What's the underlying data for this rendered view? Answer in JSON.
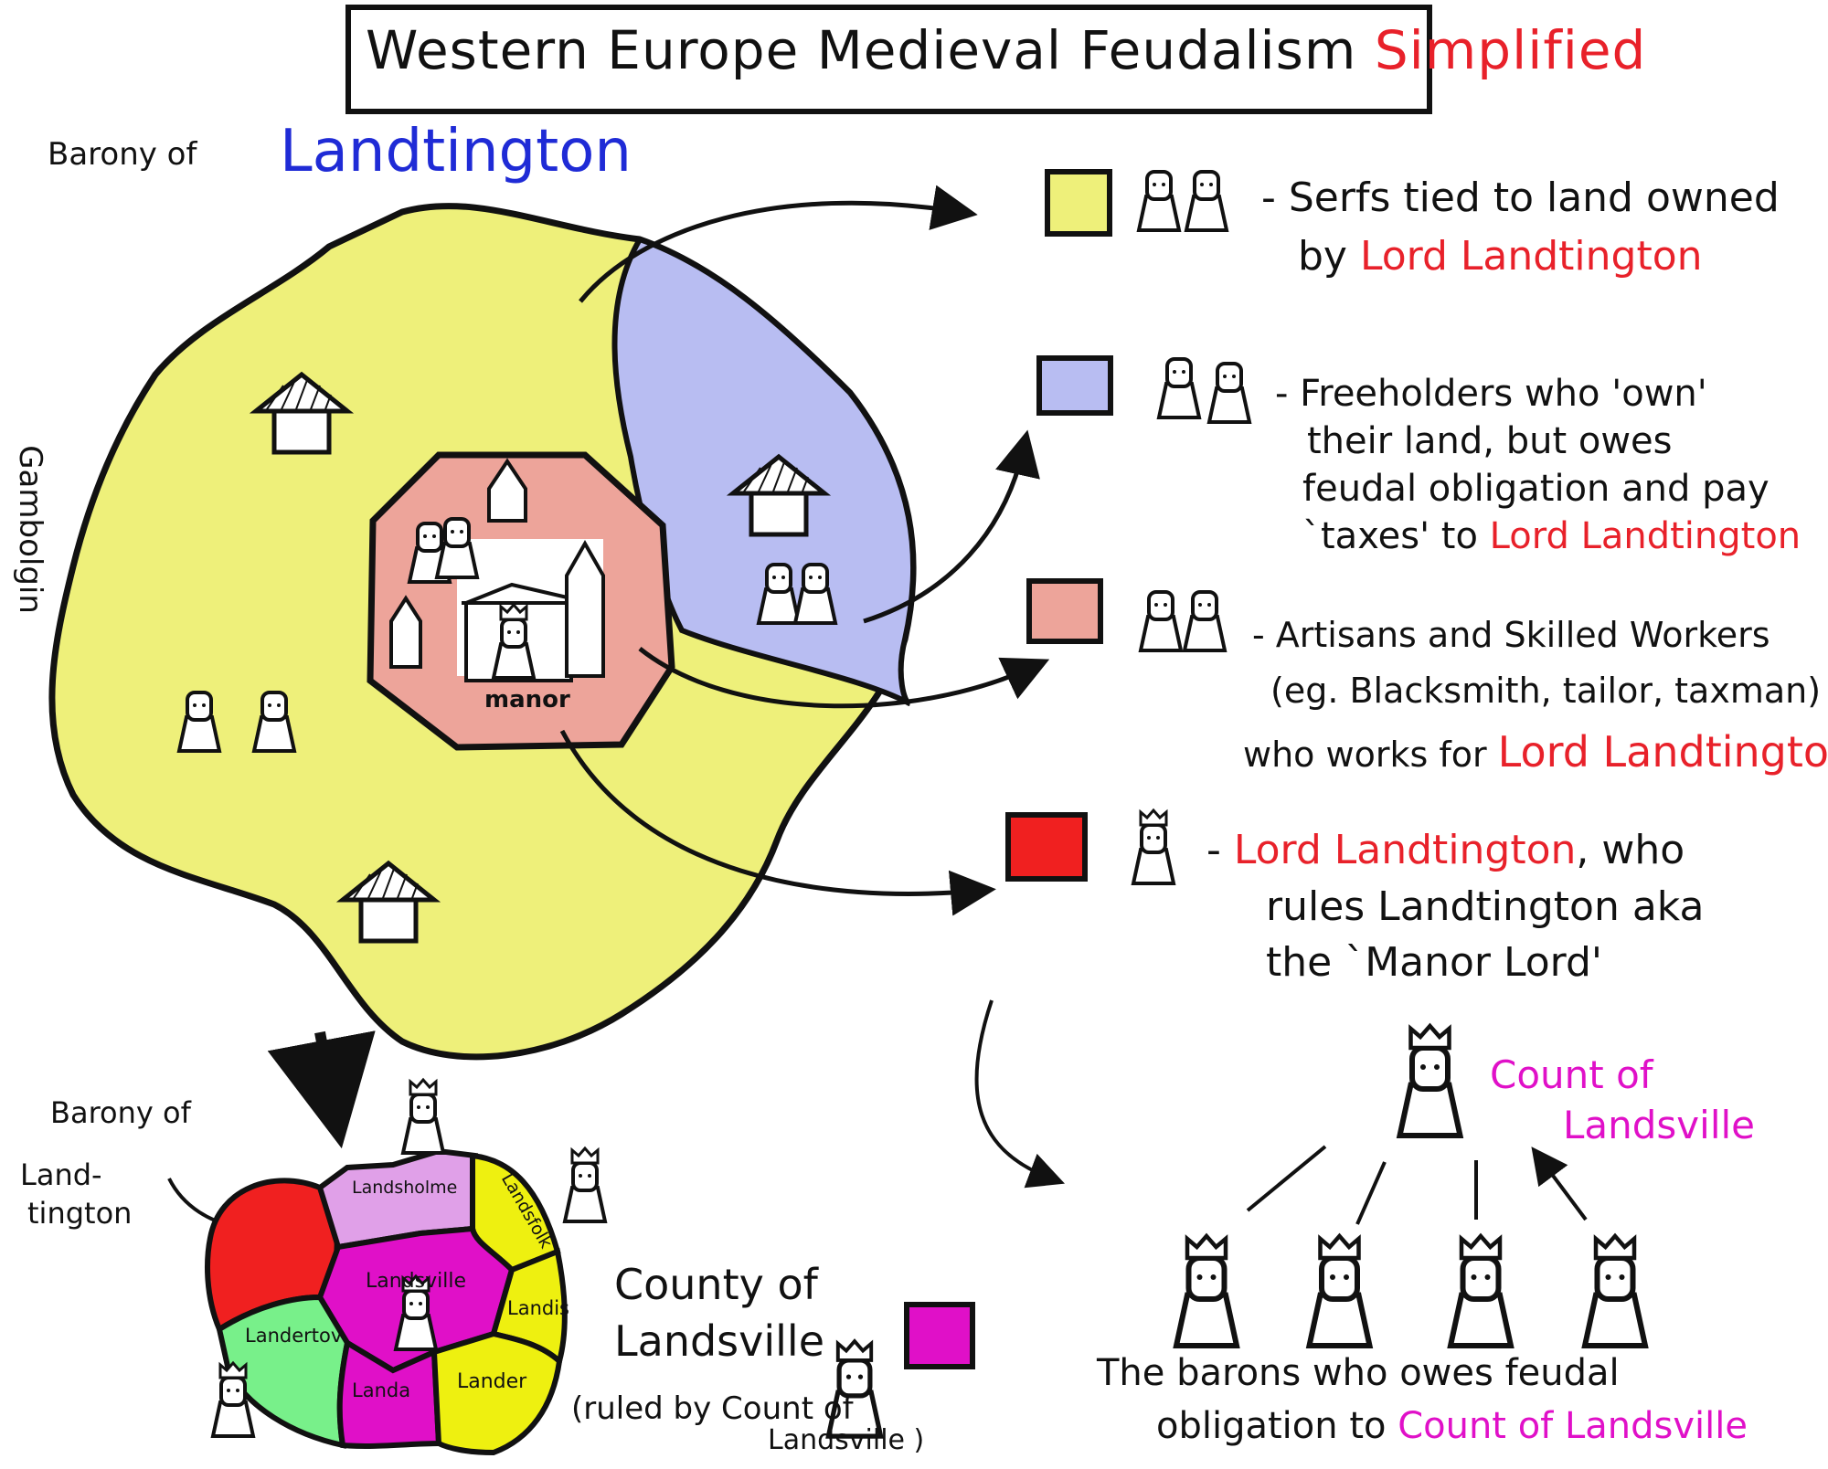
{
  "title": {
    "main": "Western Europe Medieval Feudalism",
    "accent": "Simplified"
  },
  "barony_label": {
    "prefix": "Barony of",
    "name": "Landtington"
  },
  "side_label": "Gambolgin",
  "manor_label": "manor",
  "legend": [
    {
      "color": "#eef07a",
      "lines": [
        [
          {
            "text": "- Serfs tied to land owned",
            "style": "black"
          }
        ],
        [
          {
            "text": "by ",
            "style": "black"
          },
          {
            "text": "Lord Landtington",
            "style": "red"
          }
        ]
      ]
    },
    {
      "color": "#b8bdf2",
      "lines": [
        [
          {
            "text": "- Freeholders who 'own'",
            "style": "black"
          }
        ],
        [
          {
            "text": "their land, but owes",
            "style": "black"
          }
        ],
        [
          {
            "text": "feudal obligation and pay",
            "style": "black"
          }
        ],
        [
          {
            "text": "`taxes' to ",
            "style": "black"
          },
          {
            "text": "Lord Landtington",
            "style": "red"
          }
        ]
      ]
    },
    {
      "color": "#eda49a",
      "lines": [
        [
          {
            "text": "- Artisans and Skilled Workers",
            "style": "black"
          }
        ],
        [
          {
            "text": "(eg. Blacksmith, tailor, taxman)",
            "style": "black"
          }
        ],
        [
          {
            "text": "who works for ",
            "style": "black"
          },
          {
            "text": "Lord Landtington",
            "style": "red"
          }
        ]
      ]
    },
    {
      "color": "#f02020",
      "lines": [
        [
          {
            "text": "- ",
            "style": "black"
          },
          {
            "text": "Lord Landtington",
            "style": "red"
          },
          {
            "text": ", who",
            "style": "black"
          }
        ],
        [
          {
            "text": "rules Landtington aka",
            "style": "black"
          }
        ],
        [
          {
            "text": "the `Manor Lord'",
            "style": "black"
          }
        ]
      ]
    }
  ],
  "hierarchy": {
    "count_label": [
      "Count of",
      "Landsville"
    ],
    "caption_line1": "The barons who owes feudal",
    "caption_line2_prefix": "obligation to ",
    "caption_line2_accent": "Count of Landsville"
  },
  "county_map": {
    "barony_pointer": [
      "Barony of",
      "Land-",
      "tington"
    ],
    "regions": [
      "Landsholme",
      "Landsfolk",
      "Landsville",
      "Landis",
      "Landertov",
      "Landa",
      "Lander"
    ],
    "title": [
      "County of",
      "Landsville"
    ],
    "ruled_by": [
      "(ruled by Count of",
      "Landsville )"
    ],
    "legend_color": "#e010c8"
  },
  "colors": {
    "serf": "#eef07a",
    "freeholder": "#b8bdf2",
    "artisan": "#eda49a",
    "lord": "#f02020",
    "count": "#e010c8",
    "landertov": "#78f08a"
  }
}
